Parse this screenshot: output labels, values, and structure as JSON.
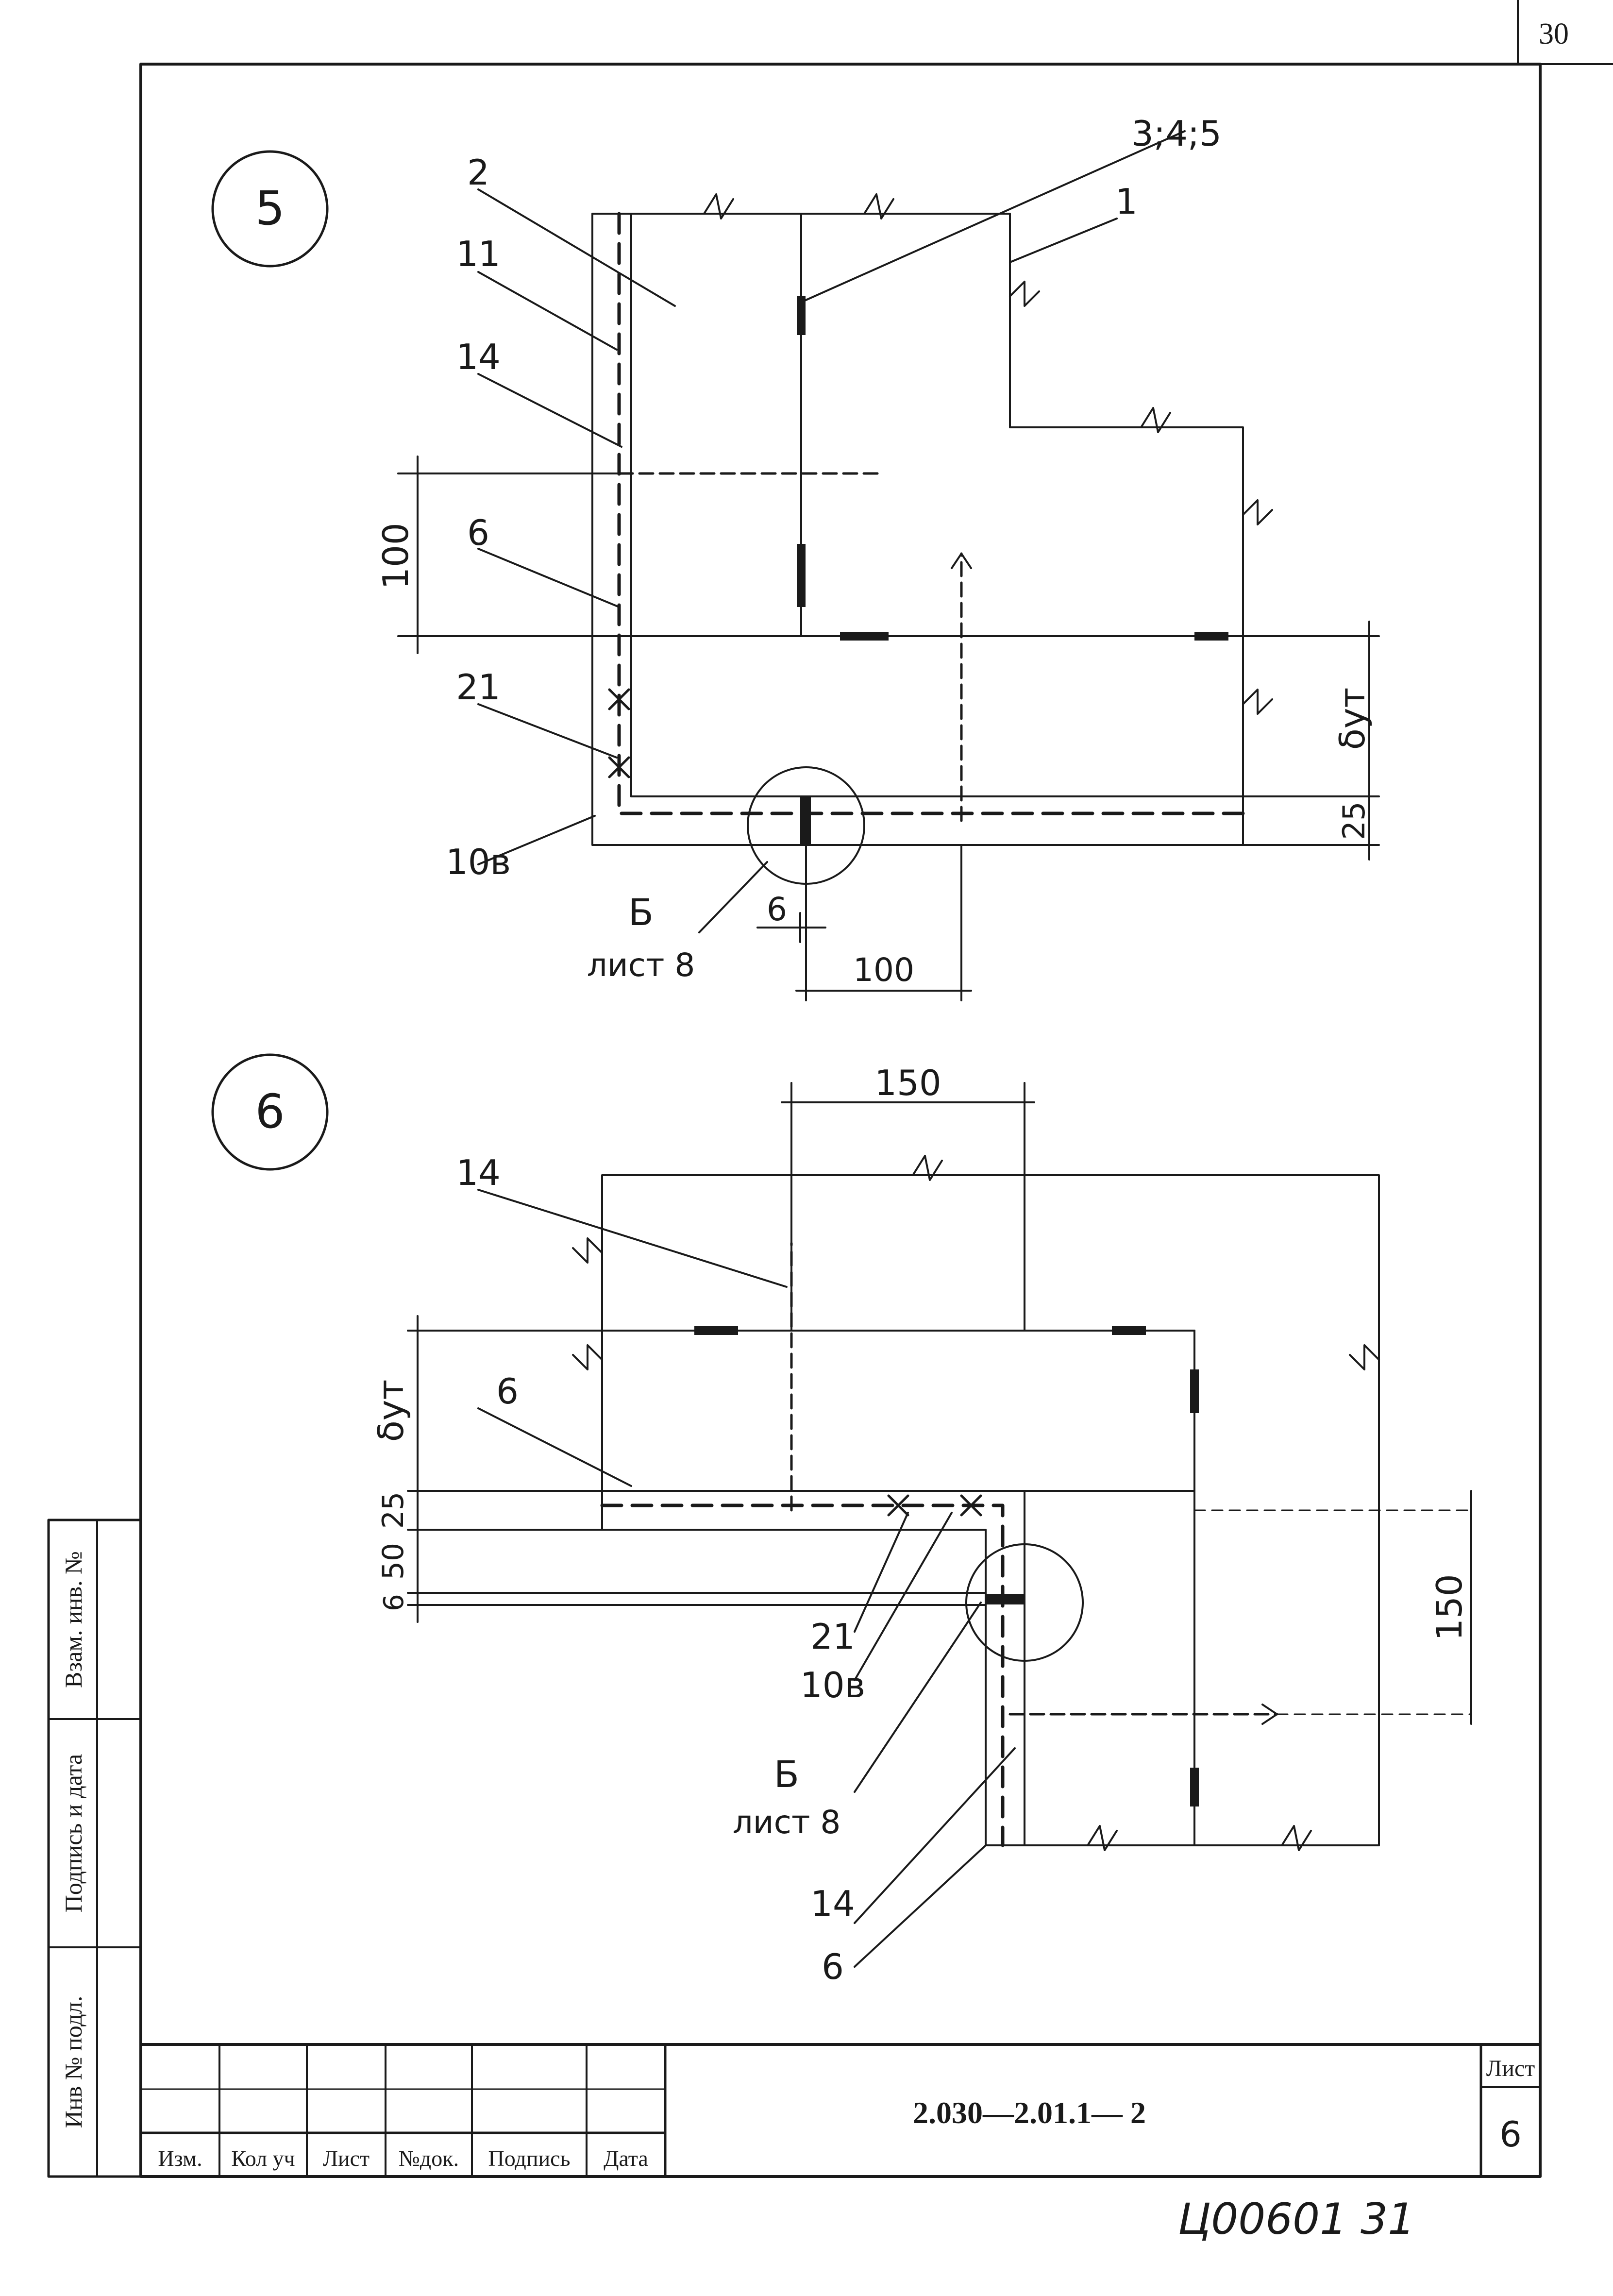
{
  "page_number": "30",
  "stamp": "Ц00601 31",
  "side_labels": [
    "Взам. инв. №",
    "Подпись и дата",
    "Инв № подл."
  ],
  "title_block": {
    "columns": [
      "Изм.",
      "Кол уч",
      "Лист",
      "№док.",
      "Подпись",
      "Дата"
    ],
    "designation": "2.030—2.01.1— 2",
    "sheet_label": "Лист",
    "sheet_number": "6"
  },
  "node5": {
    "number": "5",
    "callouts": {
      "c345": "3;4;5",
      "c2": "2",
      "c1": "1",
      "c11": "11",
      "c14": "14",
      "c6": "6",
      "c21": "21",
      "c10b": "10в"
    },
    "dims": {
      "d100_vert": "100",
      "d_ut": "δут",
      "d25": "25",
      "d6": "6",
      "d100_horz": "100"
    },
    "ref": {
      "letter": "Б",
      "sheet": "лист 8"
    }
  },
  "node6": {
    "number": "6",
    "callouts": {
      "c14a": "14",
      "c6a": "6",
      "c21": "21",
      "c10b": "10в",
      "c14b": "14",
      "c6b": "6"
    },
    "dims": {
      "d150_top": "150",
      "d_ut": "δут",
      "d25": "25",
      "d50": "50",
      "d6": "6",
      "d150_right": "150"
    },
    "ref": {
      "letter": "Б",
      "sheet": "лист 8"
    }
  }
}
